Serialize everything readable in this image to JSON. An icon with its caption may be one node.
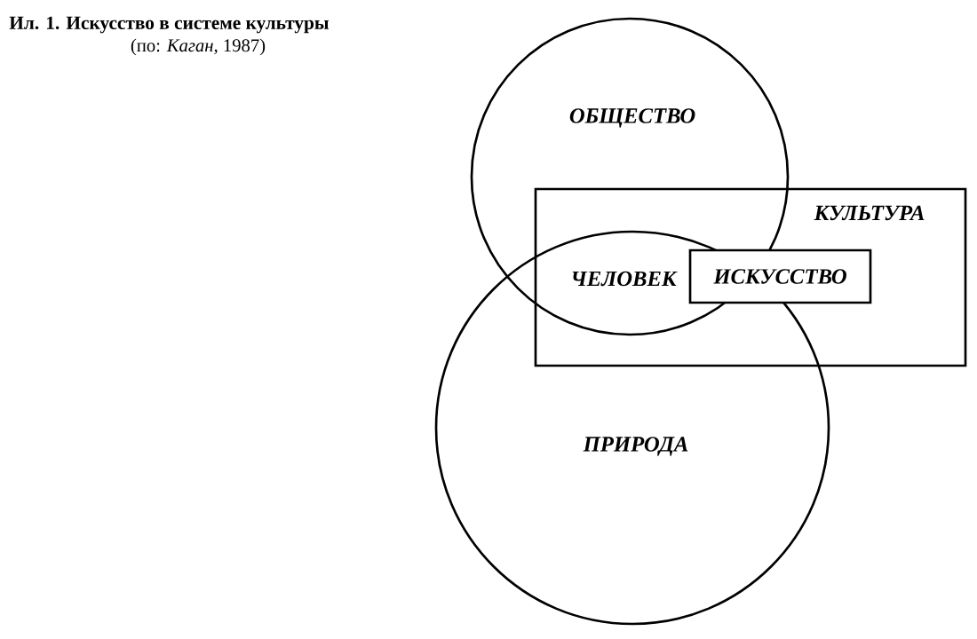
{
  "diagram": {
    "title": "Ил. 1. Искусство в системе культуры",
    "caption": "(по: *Каган*, 1987)",
    "nodes": [
      {
        "text": [
          "ОБЩЕСТВО"
        ]
      },
      {
        "text": [
          "КУЛЬТУРА"
        ]
      },
      {
        "text": [
          "ИСКУССТВО"
        ],
        "in": 1
      },
      {
        "text": [
          "ПРИРОДА"
        ]
      }
    ],
    "labels": [
      "ЧЕЛОВЕК"
    ]
  }
}
